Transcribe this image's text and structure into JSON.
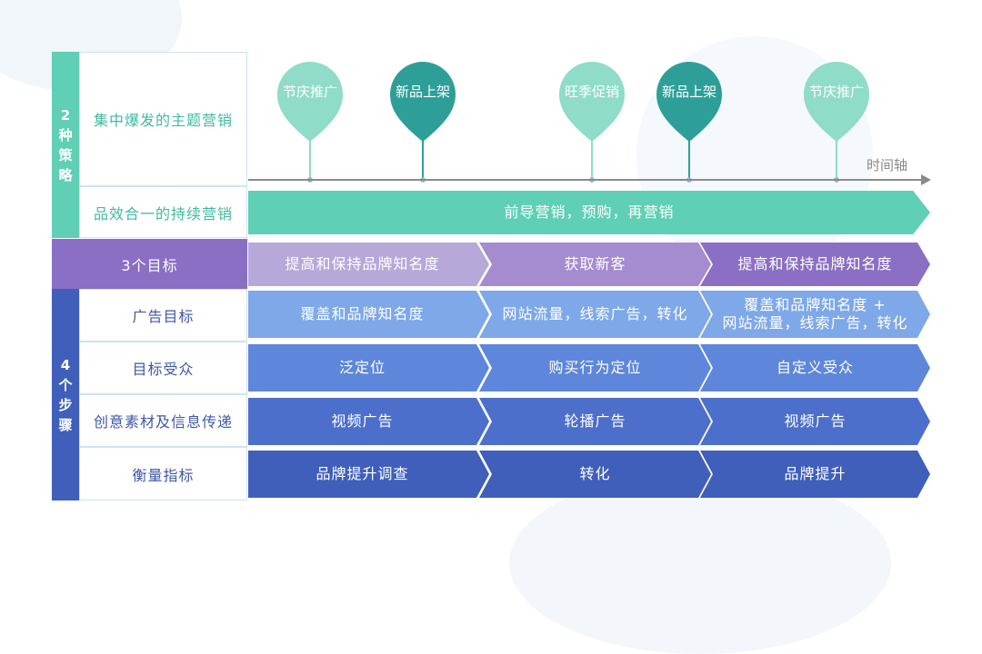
{
  "strategy": {
    "label_chars": [
      "2",
      "种",
      "策",
      "略"
    ],
    "row1": "集中爆发的主题营销",
    "row2": "品效合一的持续营销",
    "row2_banner": "前导营销，预购，再营销"
  },
  "balloons": [
    {
      "label": "节庆推广",
      "style": "light"
    },
    {
      "label": "新品上架",
      "style": "dark"
    },
    {
      "label": "旺季促销",
      "style": "light"
    },
    {
      "label": "新品上架",
      "style": "dark"
    },
    {
      "label": "节庆推广",
      "style": "light"
    }
  ],
  "timeline_label": "时间轴",
  "goals": {
    "label": "3个目标",
    "items": [
      "提高和保持品牌知名度",
      "获取新客",
      "提高和保持品牌知名度"
    ]
  },
  "steps": {
    "label_chars": [
      "4",
      "个",
      "步",
      "骤"
    ],
    "rows": [
      {
        "label": "广告目标",
        "cells": [
          "覆盖和品牌知名度",
          "网站流量，线索广告，转化",
          "覆盖和品牌知名度 +\n网站流量，线索广告，转化"
        ]
      },
      {
        "label": "目标受众",
        "cells": [
          "泛定位",
          "购买行为定位",
          "自定义受众"
        ]
      },
      {
        "label": "创意素材及信息传递",
        "cells": [
          "视频广告",
          "轮播广告",
          "视频广告"
        ]
      },
      {
        "label": "衡量指标",
        "cells": [
          "品牌提升调查",
          "转化",
          "品牌提升"
        ]
      }
    ]
  },
  "colors": {
    "teal": "#5fcfb5",
    "teal_dark": "#2e9f98",
    "purple": "#8a6fc4",
    "blue_row1": "#7ea8e8",
    "blue_row2": "#5e86da",
    "blue_row3": "#4d6fcc",
    "blue_row4": "#3f5fba"
  }
}
